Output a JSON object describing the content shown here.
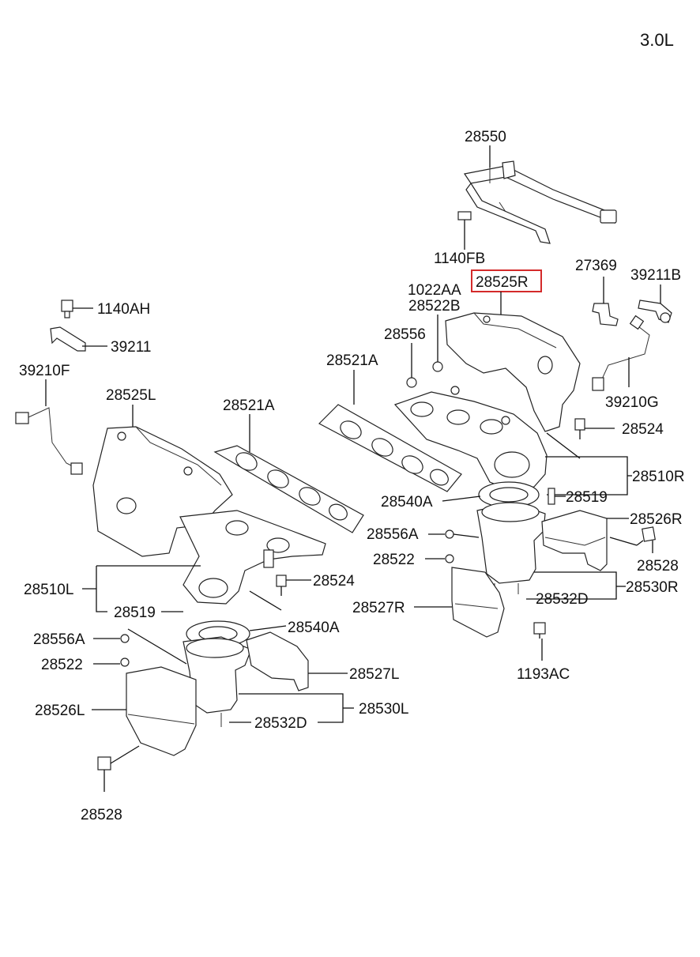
{
  "engine": "3.0L",
  "highlight_color": "#d42a2a",
  "labels": {
    "p28550": "28550",
    "p1140FB": "1140FB",
    "p27369": "27369",
    "p39211B": "39211B",
    "p1022AA": "1022AA",
    "p28525R": "28525R",
    "p28522B": "28522B",
    "p1140AH": "1140AH",
    "p39211": "39211",
    "p28556_top": "28556",
    "p28521A_r": "28521A",
    "p39210F": "39210F",
    "p39210G": "39210G",
    "p28525L": "28525L",
    "p28521A_l": "28521A",
    "p28524_r": "28524",
    "p28510R": "28510R",
    "p28519_r": "28519",
    "p28540A_r": "28540A",
    "p28526R": "28526R",
    "p28556A_r": "28556A",
    "p28528_r": "28528",
    "p28522_r": "28522",
    "p28530R": "28530R",
    "p28510L": "28510L",
    "p28524_l": "28524",
    "p28532D_r": "28532D",
    "p28527R": "28527R",
    "p28519_l": "28519",
    "p28540A_l": "28540A",
    "p28556A_l": "28556A",
    "p1193AC": "1193AC",
    "p28522_l": "28522",
    "p28527L": "28527L",
    "p28526L": "28526L",
    "p28530L": "28530L",
    "p28532D_l": "28532D",
    "p28528_l": "28528"
  }
}
